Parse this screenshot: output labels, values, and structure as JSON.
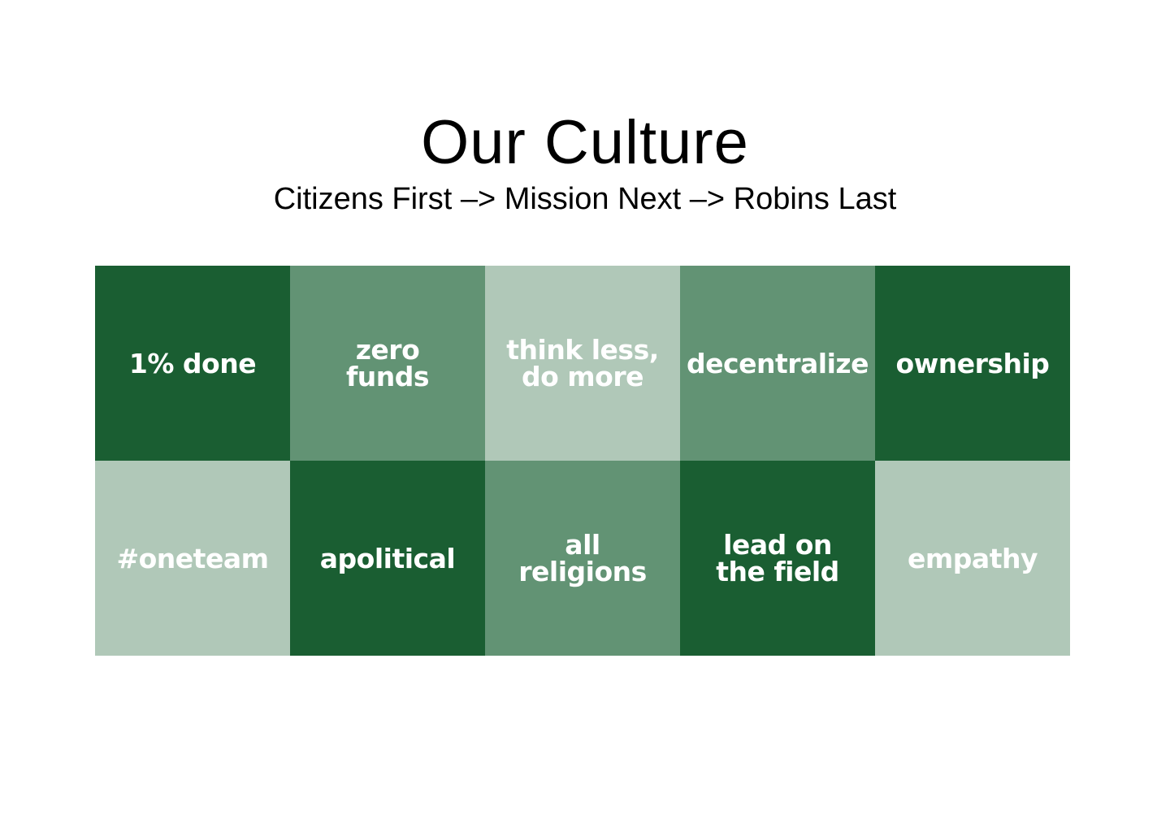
{
  "title": "Our Culture",
  "subtitle": "Citizens First –> Mission Next –> Robins Last",
  "colors": {
    "dark": "#1a5e32",
    "medium": "#629374",
    "light": "#b0c8b8"
  },
  "tiles": [
    {
      "label": "1% done",
      "shade": "dark"
    },
    {
      "label": "zero\nfunds",
      "shade": "medium"
    },
    {
      "label": "think less,\ndo more",
      "shade": "light"
    },
    {
      "label": "decentralize",
      "shade": "medium"
    },
    {
      "label": "ownership",
      "shade": "dark"
    },
    {
      "label": "#oneteam",
      "shade": "light"
    },
    {
      "label": "apolitical",
      "shade": "dark"
    },
    {
      "label": "all\nreligions",
      "shade": "medium"
    },
    {
      "label": "lead on\nthe field",
      "shade": "dark"
    },
    {
      "label": "empathy",
      "shade": "light"
    }
  ]
}
